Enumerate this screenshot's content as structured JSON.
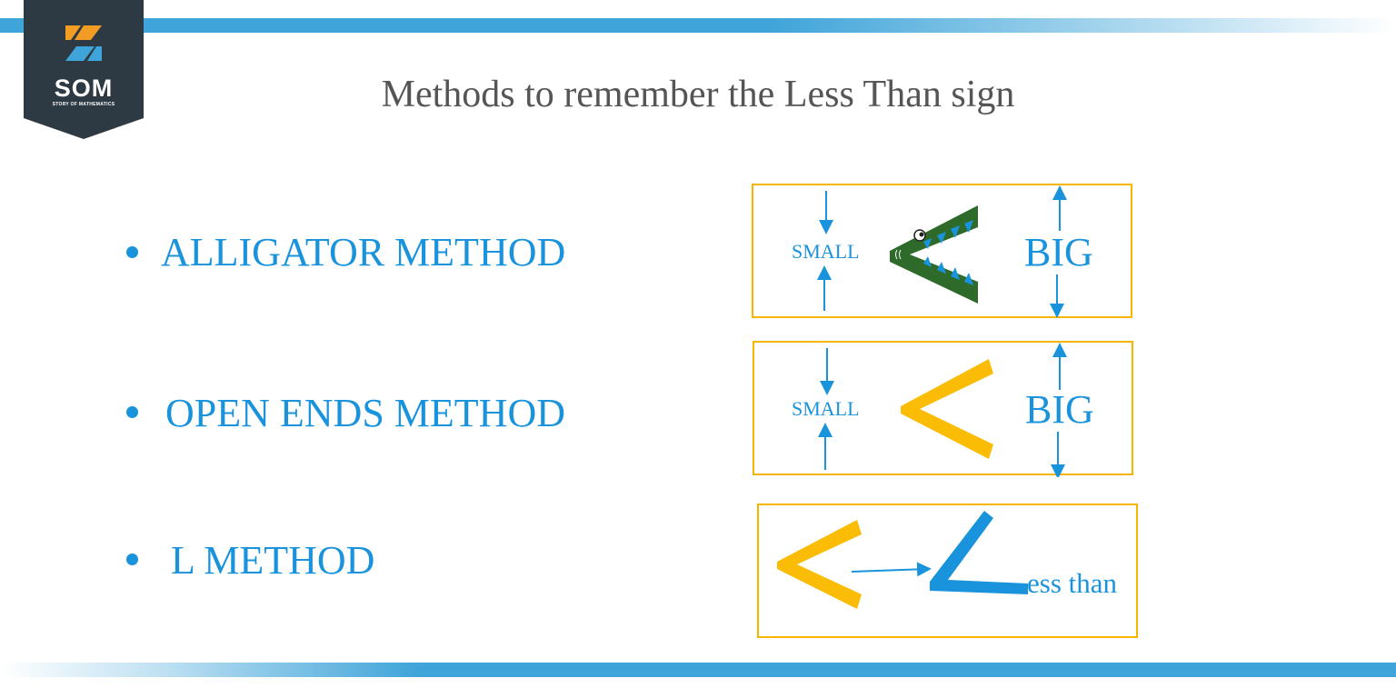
{
  "header": {
    "logo_text": "SOM",
    "logo_subtext": "STORY OF MATHEMATICS",
    "title": "Methods to remember the Less Than sign"
  },
  "methods": [
    {
      "label": "ALLIGATOR METHOD"
    },
    {
      "label": "OPEN ENDS METHOD"
    },
    {
      "label": "L METHOD"
    }
  ],
  "panels": {
    "alligator": {
      "small_label": "SMALL",
      "big_label": "BIG"
    },
    "open_ends": {
      "small_label": "SMALL",
      "big_label": "BIG"
    },
    "l_method": {
      "suffix_label": "ess than"
    }
  },
  "colors": {
    "accent_blue": "#1a93dd",
    "band_blue": "#3fa4d9",
    "panel_border": "#f7b500",
    "sign_yellow": "#fbbc05",
    "alligator_green": "#2e6b2a",
    "logo_dark": "#2d3a43",
    "logo_orange": "#f39c24"
  }
}
